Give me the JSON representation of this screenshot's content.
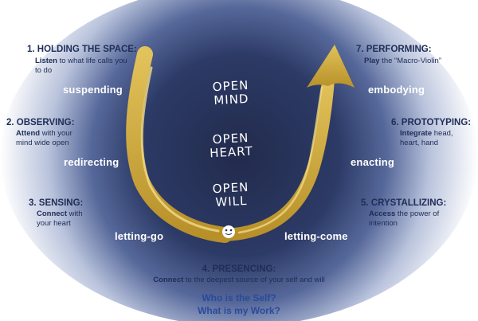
{
  "colors": {
    "navy": "#1f2d57",
    "arrow_gold": "#c9a533",
    "arrow_gold_light": "#e7c95c",
    "question_blue": "#2a4a9a",
    "background_dark": "#242e52"
  },
  "stages": [
    {
      "title": "1. HOLDING THE SPACE:",
      "desc_bold": "Listen",
      "desc_rest": " to what life calls you to do",
      "state": "suspending"
    },
    {
      "title": "2. OBSERVING:",
      "desc_bold": "Attend",
      "desc_rest": " with your mind wide open",
      "state": "redirecting"
    },
    {
      "title": "3. SENSING:",
      "desc_bold": "Connect",
      "desc_rest": " with your heart",
      "state": "letting-go"
    },
    {
      "title": "4. PRESENCING:",
      "desc_bold": "Connect",
      "desc_rest": " to the deepest source of your self and will"
    },
    {
      "title": "5. CRYSTALLIZING:",
      "desc_bold": "Access",
      "desc_rest": " the power of intention",
      "state": "letting-come"
    },
    {
      "title": "6. PROTOTYPING:",
      "desc_bold": "Integrate",
      "desc_rest": " head, heart, hand",
      "state": "enacting"
    },
    {
      "title": "7. PERFORMING:",
      "desc_bold": "Play",
      "desc_rest": " the “Macro-Violin”",
      "state": "embodying"
    }
  ],
  "center": [
    {
      "line1": "OPEN",
      "line2": "MIND"
    },
    {
      "line1": "OPEN",
      "line2": "HEART"
    },
    {
      "line1": "OPEN",
      "line2": "WILL"
    }
  ],
  "questions": [
    "Who is the Self?",
    "What is my Work?"
  ]
}
